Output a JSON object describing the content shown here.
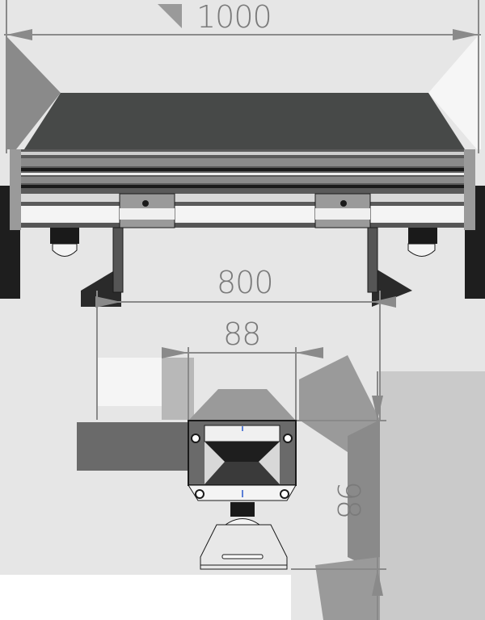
{
  "drawing": {
    "subject": "linear-luminaire-dimension-drawing",
    "views": [
      "front-elevation",
      "side-section"
    ],
    "dimensions": {
      "overall_length": "1000",
      "mount_spacing": "800",
      "profile_width": "88",
      "profile_height": "98"
    },
    "units_shown": false
  },
  "colors": {
    "background": "#e6e6e6",
    "body_dark": "#474948",
    "line": "#1a1a1a",
    "dimension": "#7a7a7a",
    "highlight": "#f4f4f4",
    "accent_arrow": "#5b7fd6"
  }
}
